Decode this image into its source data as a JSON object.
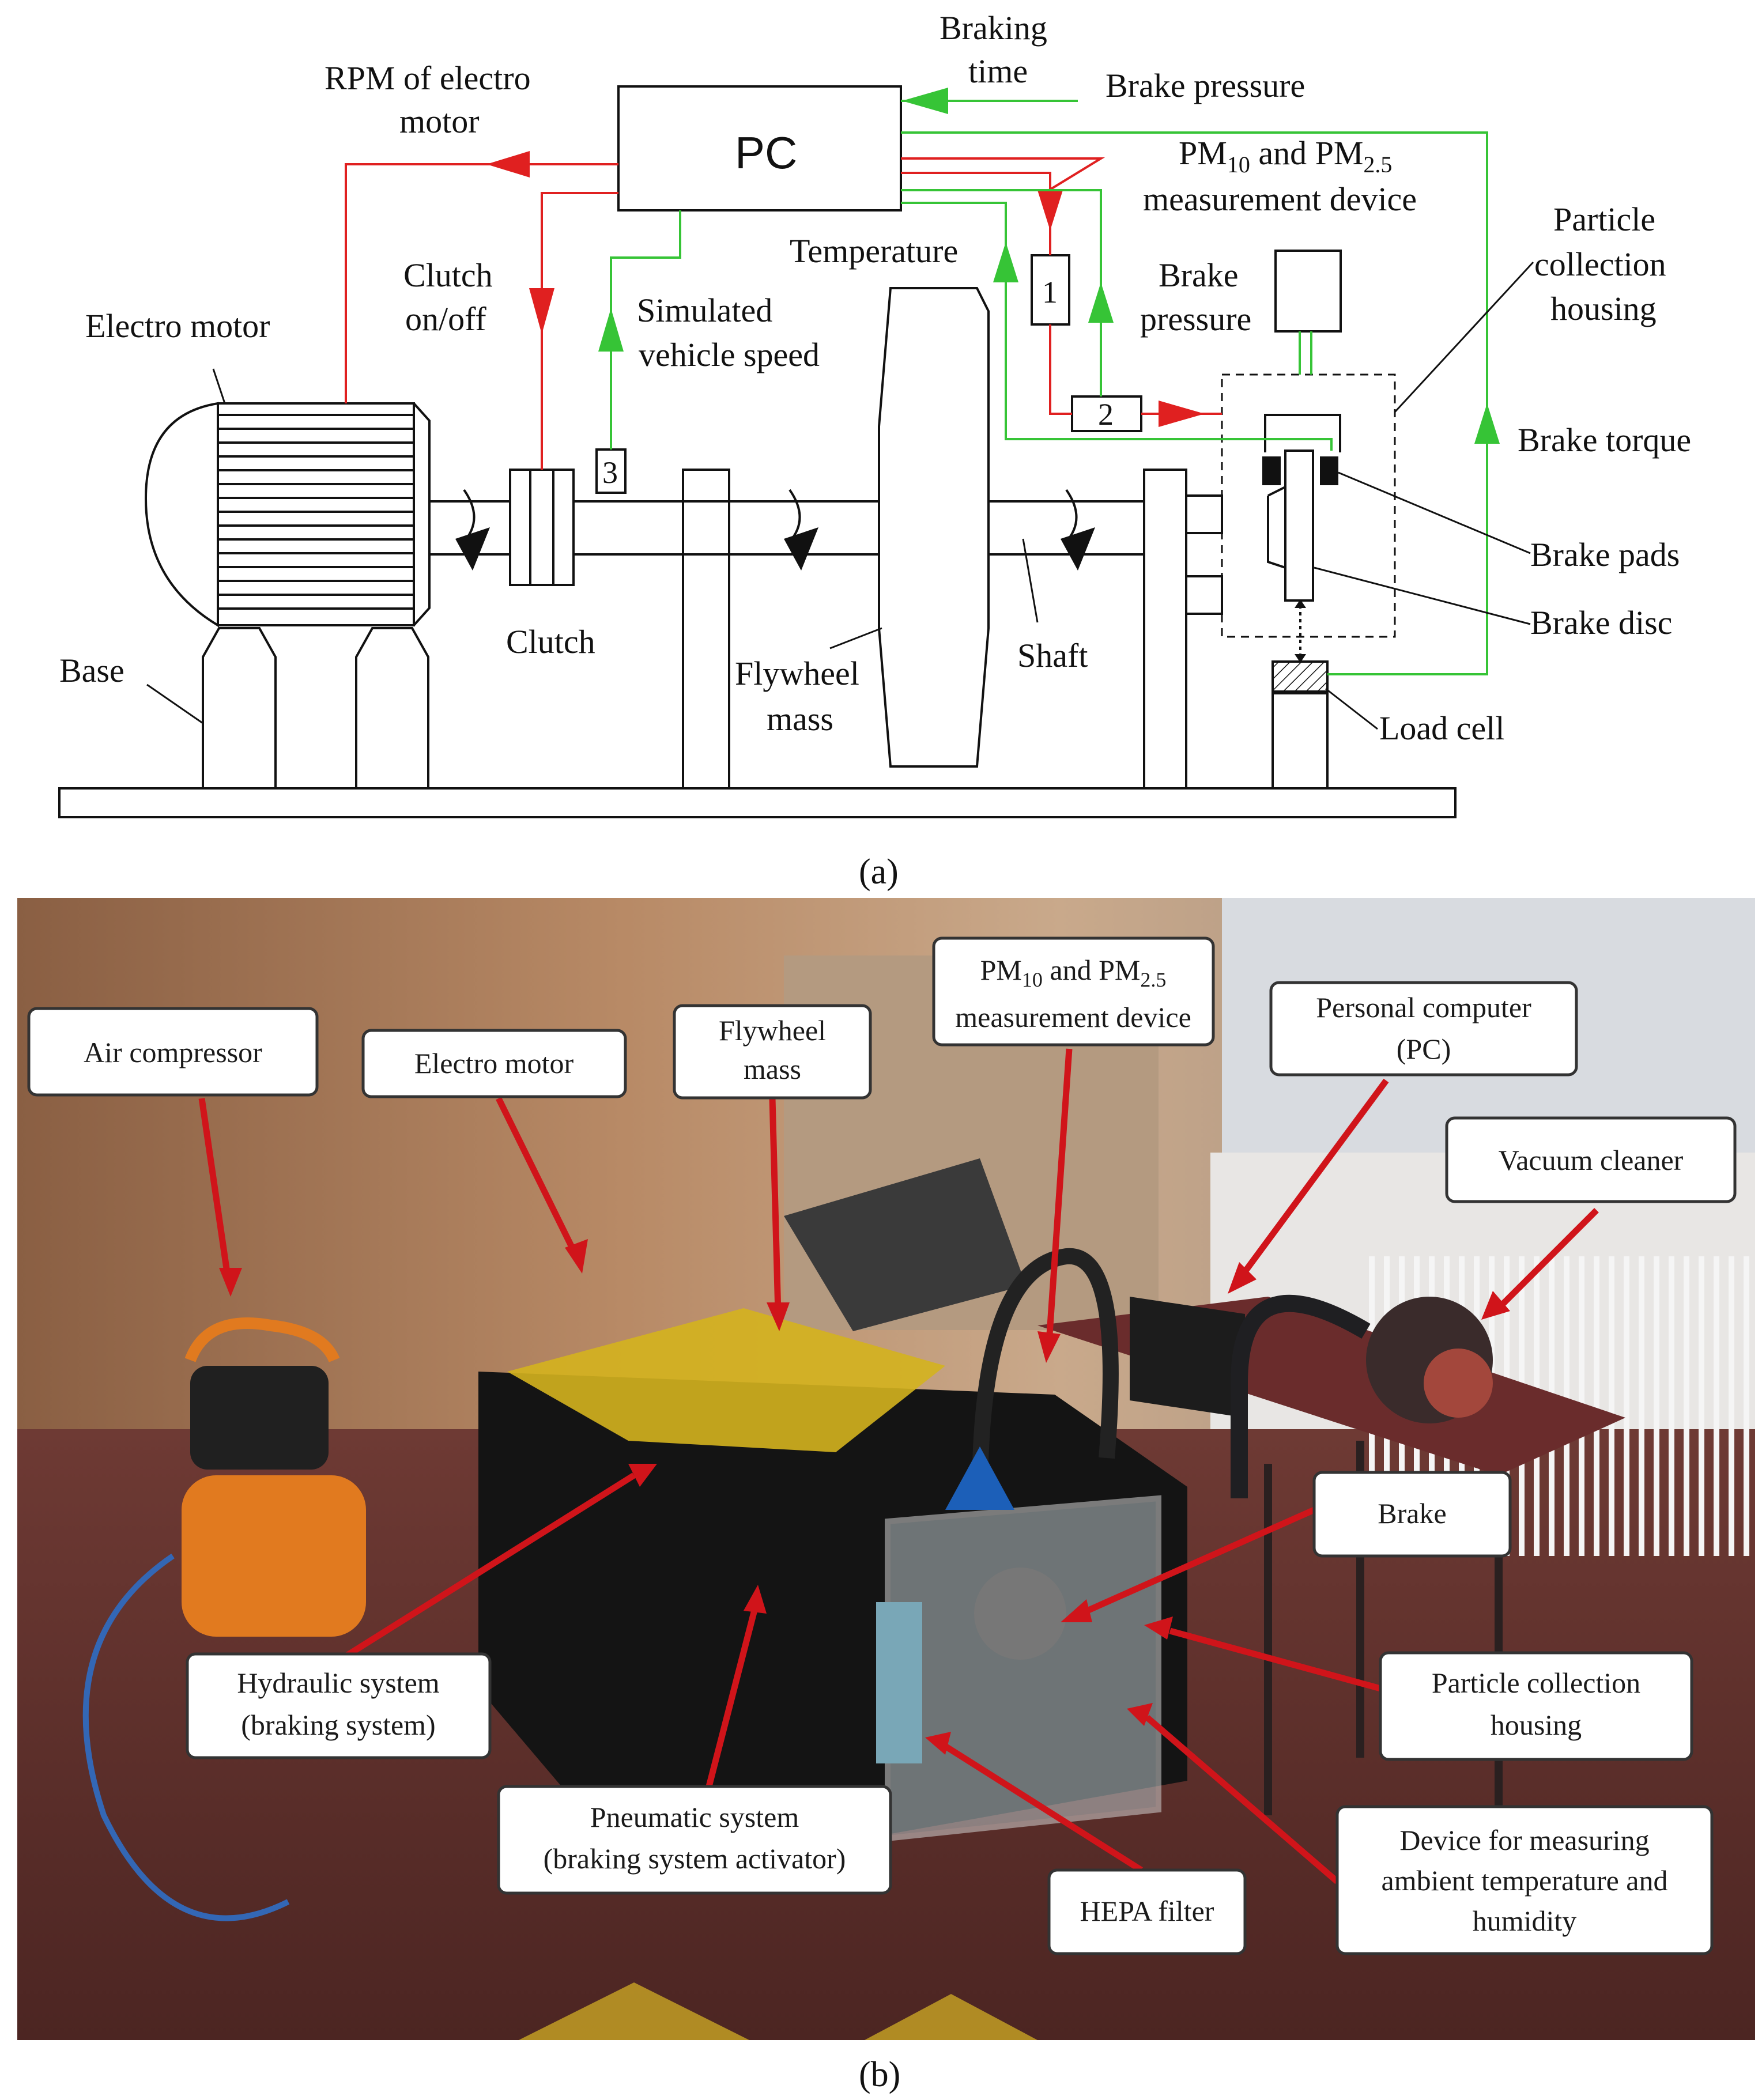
{
  "panel_a": {
    "caption": "(a)",
    "pc": "PC",
    "labels": {
      "braking_time_1": "Braking",
      "braking_time_2": "time",
      "brake_pressure_top": "Brake pressure",
      "rpm_1": "RPM of electro",
      "rpm_2": "motor",
      "pm_1": "PM",
      "pm_sub10": "10",
      "pm_and": " and PM",
      "pm_sub25": "2.5",
      "pm_2": "measurement device",
      "particle_1": "Particle",
      "particle_2": "collection",
      "particle_3": "housing",
      "clutch_onoff_1": "Clutch",
      "clutch_onoff_2": "on/off",
      "temperature": "Temperature",
      "brake_pressure_mid_1": "Brake",
      "brake_pressure_mid_2": "pressure",
      "electro_motor": "Electro motor",
      "simulated_1": "Simulated",
      "simulated_2": "vehicle speed",
      "brake_torque": "Brake torque",
      "brake_pads": "Brake pads",
      "brake_disc": "Brake disc",
      "base": "Base",
      "clutch": "Clutch",
      "flywheel_1": "Flywheel",
      "flywheel_2": "mass",
      "shaft": "Shaft",
      "load_cell": "Load cell",
      "sensor_1": "1",
      "sensor_2": "2",
      "sensor_3": "3"
    }
  },
  "panel_b": {
    "caption": "(b)",
    "callouts": {
      "air_compressor": "Air compressor",
      "electro_motor": "Electro motor",
      "flywheel_1": "Flywheel",
      "flywheel_2": "mass",
      "pm_1": "PM",
      "pm_sub10": "10",
      "pm_and": " and PM",
      "pm_sub25": "2.5",
      "pm_2": "measurement device",
      "pc_1": "Personal computer",
      "pc_2": "(PC)",
      "vacuum": "Vacuum cleaner",
      "brake": "Brake",
      "hydraulic_1": "Hydraulic system",
      "hydraulic_2": "(braking system)",
      "particle_1": "Particle collection",
      "particle_2": "housing",
      "pneumatic_1": "Pneumatic system",
      "pneumatic_2": "(braking system activator)",
      "hepa": "HEPA filter",
      "device_1": "Device for measuring",
      "device_2": "ambient temperature and",
      "device_3": "humidity"
    }
  },
  "colors": {
    "signal_red": "#e02020",
    "signal_green": "#36c436",
    "callout_arrow": "#d0141a"
  }
}
